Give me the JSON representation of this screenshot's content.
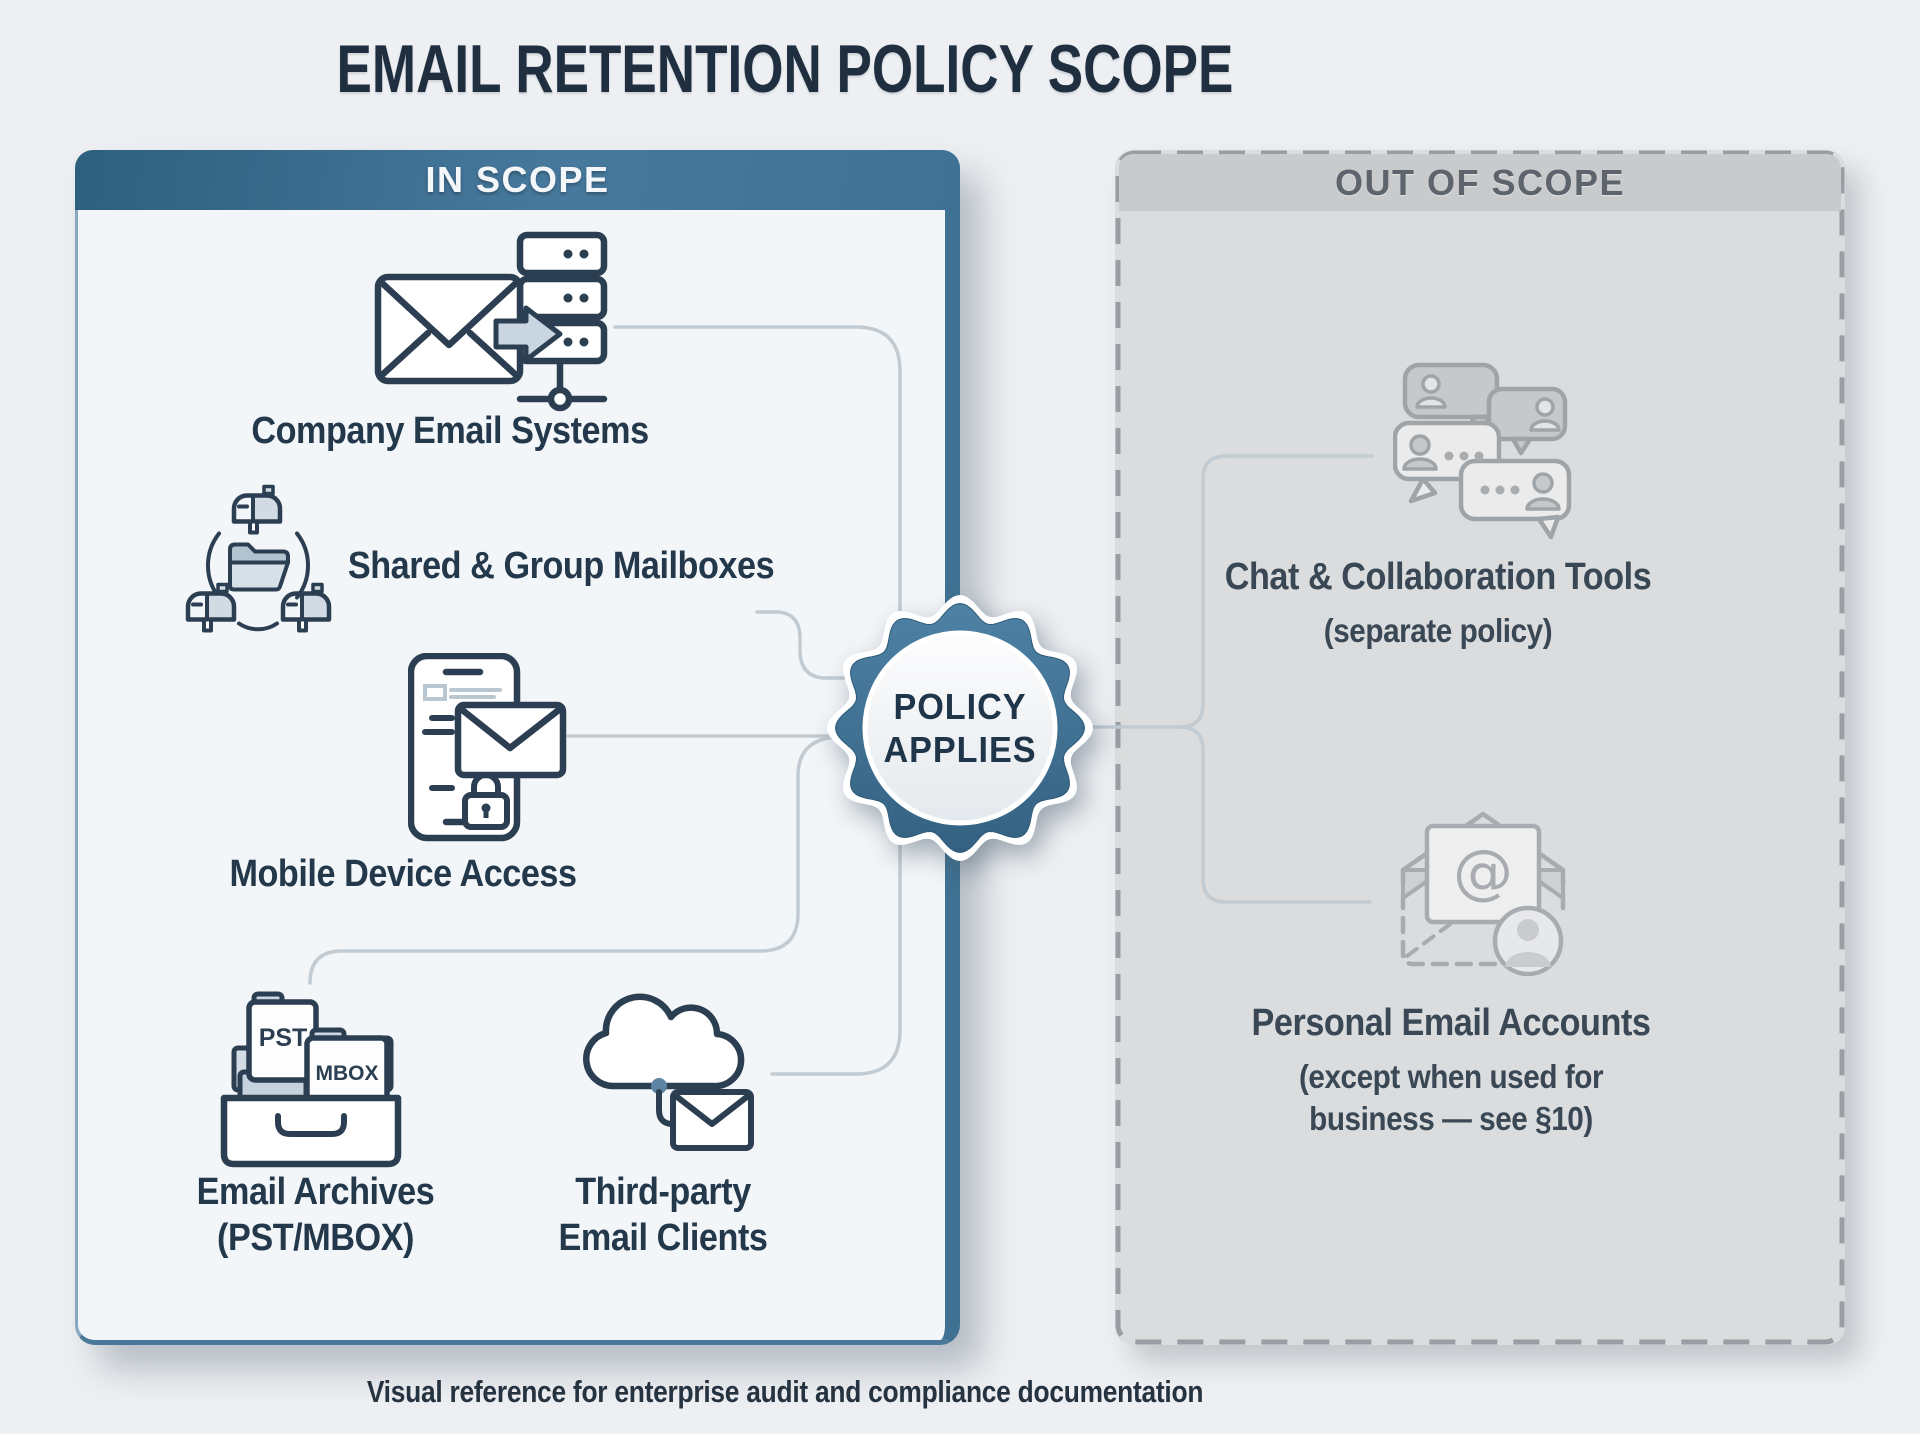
{
  "title": "EMAIL RETENTION POLICY SCOPE",
  "caption": "Visual reference for enterprise audit and compliance documentation",
  "badge": {
    "line1": "POLICY",
    "line2": "APPLIES"
  },
  "in_scope_panel": {
    "header": "IN SCOPE",
    "items": [
      {
        "name": "company-email-systems",
        "icon": "envelope-to-server-icon",
        "lines": [
          "Company Email Systems"
        ]
      },
      {
        "name": "shared-group-mailboxes",
        "icon": "group-mailboxes-icon",
        "lines": [
          "Shared & Group Mailboxes"
        ]
      },
      {
        "name": "mobile-device-access",
        "icon": "mobile-email-lock-icon",
        "lines": [
          "Mobile Device Access"
        ]
      },
      {
        "name": "email-archives",
        "icon": "archive-box-icon",
        "lines": [
          "Email Archives",
          "(PST/MBOX)"
        ],
        "file_labels": [
          "PST",
          "MBOX"
        ]
      },
      {
        "name": "third-party-email-clients",
        "icon": "cloud-to-envelope-icon",
        "lines": [
          "Third-party",
          "Email Clients"
        ]
      }
    ]
  },
  "out_of_scope_panel": {
    "header": "OUT OF SCOPE",
    "items": [
      {
        "name": "chat-collaboration-tools",
        "icon": "chat-bubbles-icon",
        "lines": [
          "Chat & Collaboration Tools"
        ],
        "sublines": [
          "(separate policy)"
        ]
      },
      {
        "name": "personal-email-accounts",
        "icon": "open-envelope-person-icon",
        "lines": [
          "Personal Email Accounts"
        ],
        "sublines": [
          "(except when used for",
          "business — see §10)"
        ]
      }
    ]
  },
  "colors": {
    "accent_blue": "#3f7192",
    "header_gradient_dark": "#2e5f7e",
    "navy_text": "#24384c",
    "in_scope_bg": "#f3f6f8",
    "out_scope_bg": "#dadcdd",
    "out_scope_header_bg": "#c8cacc",
    "gray_icon": "#a0a5a9",
    "connector_gray": "#c3cbd2",
    "page_bg": "#edeff2"
  }
}
